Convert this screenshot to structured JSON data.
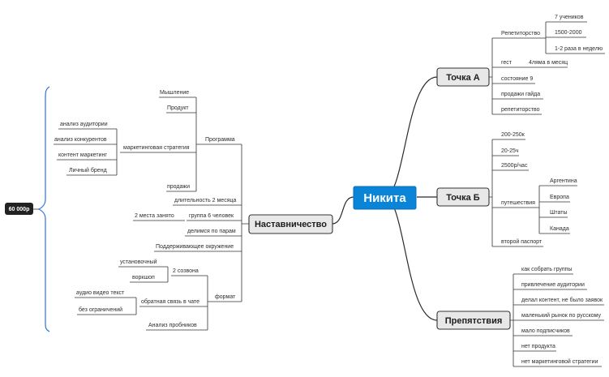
{
  "center": {
    "label": "Никита",
    "color": "#0a84d6"
  },
  "badge": {
    "label": "60 000р"
  },
  "tochka_a": {
    "label": "Точка А",
    "repetitorstvo": "Репетиторство",
    "rep_children": [
      "7 учеников",
      "1500-2000",
      "1-2 раза в неделю"
    ],
    "gest": "гест",
    "gest_child": "4ляма в месяц",
    "items": [
      "состояние 9",
      "продажи гайда",
      "репетиторство"
    ]
  },
  "tochka_b": {
    "label": "Точка Б",
    "items_top": [
      "200-250к",
      "20-25ч",
      "2500р/час"
    ],
    "travel": "путешествия",
    "travel_children": [
      "Аргентина",
      "Европа",
      "Штаты",
      "Канада"
    ],
    "passport": "второй паспорт"
  },
  "obstacles": {
    "label": "Препятствия",
    "items": [
      "как собрать группы",
      "привлечение аудитории",
      "делал контент, не было заявок",
      "маленький рынок по русскому",
      "мало подписчиков",
      "нет продукта",
      "нет маркетинговой стратегии"
    ]
  },
  "mentoring": {
    "label": "Наставничество",
    "program": "Программа",
    "program_items": {
      "thinking": "Мышление",
      "product": "Продукт",
      "marketing": "маркетинговая стратегия",
      "sales": "продажи"
    },
    "marketing_children": [
      "анализ аудитории",
      "анализ конкурентов",
      "контент маркетинг",
      "Личный бренд"
    ],
    "duration": "длительность 2 месяца",
    "group": "группа 6 человек",
    "group_child": "2 места занято",
    "pairs": "делимся по парам",
    "env": "Поддерживающее окружение",
    "format": "формат",
    "calls": "2 созвона",
    "calls_children": [
      "установочный",
      "воркшоп"
    ],
    "feedback": "обратная связь в чате",
    "feedback_children": [
      "аудио видео текст",
      "без ограничений"
    ],
    "trial": "Анализ пробников"
  }
}
